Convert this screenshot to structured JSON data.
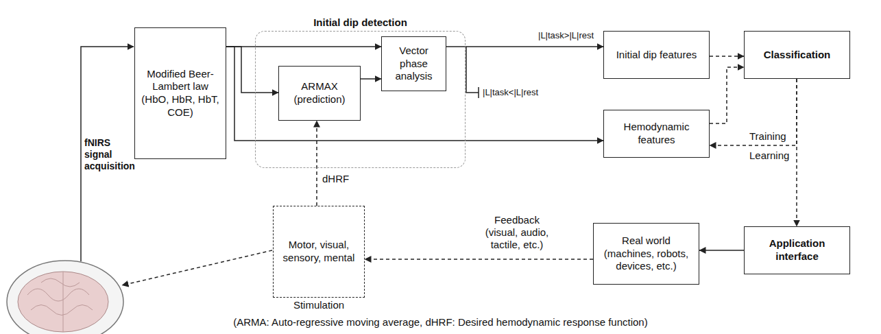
{
  "diagram": {
    "caption": "(ARMA: Auto-regressive moving average, dHRF: Desired hemodynamic response function)",
    "nodes": [
      {
        "text": [
          "Modified Beer-Lambert law (HbO, HbR, HbT, COE)"
        ]
      },
      {
        "text": [
          "Initial dip detection"
        ]
      },
      {
        "text": [
          "ARMAX (prediction)"
        ],
        "in": 1
      },
      {
        "text": [
          "Vector phase analysis"
        ],
        "in": 1
      },
      {
        "text": [
          "Initial dip features"
        ]
      },
      {
        "text": [
          "Hemodynamic features"
        ]
      },
      {
        "text": [
          "Classification"
        ]
      },
      {
        "text": [
          "Application interface"
        ]
      },
      {
        "text": [
          "Real world (machines, robots, devices, etc.)"
        ]
      },
      {
        "text": [
          "Motor, visual, sensory, mental",
          "Stimulation"
        ]
      }
    ],
    "edges": [
      {
        "from": 0,
        "to": 3,
        "arrow": "to"
      },
      {
        "from": 0,
        "to": 2,
        "arrow": "to"
      },
      {
        "from": 0,
        "to": 5,
        "arrow": "to"
      },
      {
        "from": 2,
        "to": 3,
        "arrow": "to"
      },
      {
        "from": 3,
        "to": 4,
        "arrow": "to",
        "label": "|L|task>|L|rest"
      },
      {
        "from": 4,
        "to": 6,
        "arrow": "to"
      },
      {
        "from": 5,
        "to": 6,
        "arrow": "to"
      },
      {
        "from": 6,
        "to": 5,
        "arrow": "to",
        "label": "Training"
      },
      {
        "from": 6,
        "to": 7,
        "arrow": "to",
        "label": "Learning"
      },
      {
        "from": 7,
        "to": 8,
        "arrow": "to"
      },
      {
        "from": 8,
        "to": 9,
        "arrow": "to",
        "label": "Feedback (visual, audio, tactile, etc.)"
      },
      {
        "from": 9,
        "to": 2,
        "arrow": "to",
        "label": "dHRF"
      }
    ],
    "labels": [
      "fNIRS signal acquisition",
      "|L|task<|L|rest"
    ]
  }
}
